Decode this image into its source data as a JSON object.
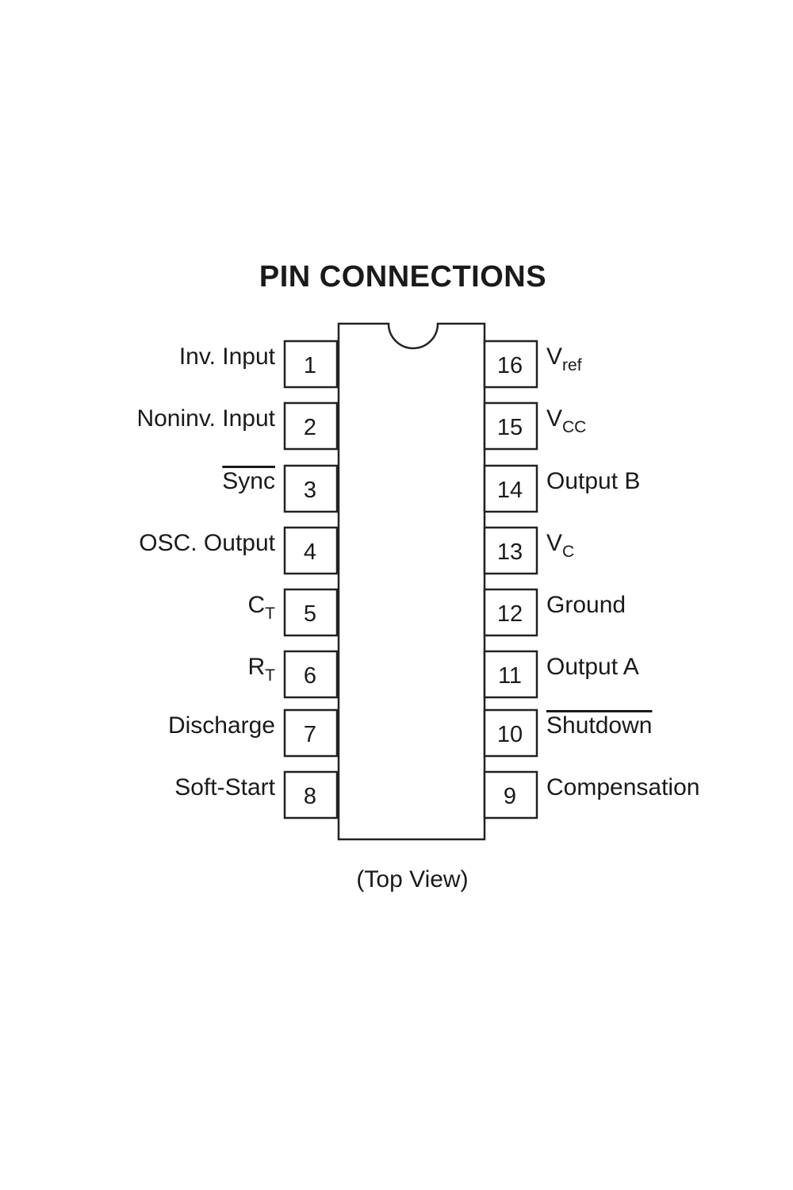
{
  "title": "PIN CONNECTIONS",
  "caption": "(Top View)",
  "pins_left": [
    {
      "number": "1",
      "label": "Inv. Input",
      "sub": "",
      "overline": false
    },
    {
      "number": "2",
      "label": "Noninv.  Input",
      "sub": "",
      "overline": false
    },
    {
      "number": "3",
      "label": "Sync",
      "sub": "",
      "overline": true
    },
    {
      "number": "4",
      "label": "OSC. Output",
      "sub": "",
      "overline": false
    },
    {
      "number": "5",
      "label": "C",
      "sub": "T",
      "overline": false
    },
    {
      "number": "6",
      "label": "R",
      "sub": "T",
      "overline": false
    },
    {
      "number": "7",
      "label": "Discharge",
      "sub": "",
      "overline": false
    },
    {
      "number": "8",
      "label": "Soft-Start",
      "sub": "",
      "overline": false
    }
  ],
  "pins_right": [
    {
      "number": "16",
      "label": "V",
      "sub": "ref",
      "overline": false
    },
    {
      "number": "15",
      "label": "V",
      "sub": "CC",
      "overline": false
    },
    {
      "number": "14",
      "label": "Output B",
      "sub": "",
      "overline": false
    },
    {
      "number": "13",
      "label": "V",
      "sub": "C",
      "overline": false
    },
    {
      "number": "12",
      "label": "Ground",
      "sub": "",
      "overline": false
    },
    {
      "number": "11",
      "label": "Output A",
      "sub": "",
      "overline": false
    },
    {
      "number": "10",
      "label": "Shutdown",
      "sub": "",
      "overline": true
    },
    {
      "number": "9",
      "label": "Compensation",
      "sub": "",
      "overline": false
    }
  ]
}
